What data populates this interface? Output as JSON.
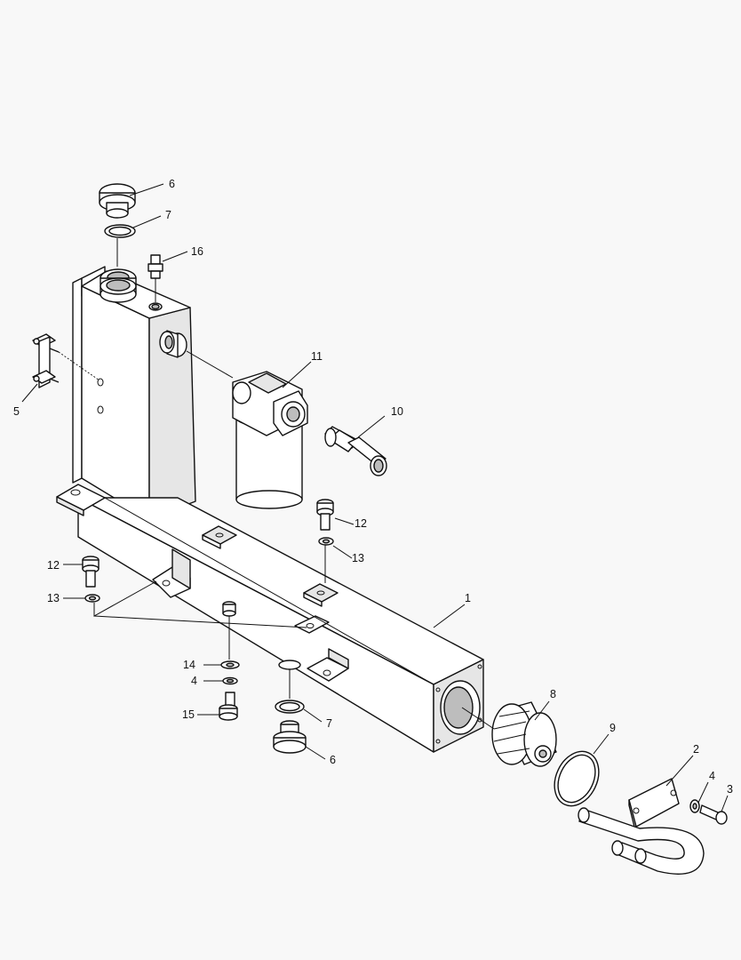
{
  "diagram": {
    "background": "#f8f8f8",
    "line_color": "#111111",
    "callouts": [
      {
        "id": "c-6-top",
        "text": "6"
      },
      {
        "id": "c-7-top",
        "text": "7"
      },
      {
        "id": "c-16",
        "text": "16"
      },
      {
        "id": "c-5",
        "text": "5"
      },
      {
        "id": "c-11",
        "text": "11"
      },
      {
        "id": "c-10",
        "text": "10"
      },
      {
        "id": "c-12-right",
        "text": "12"
      },
      {
        "id": "c-13-right",
        "text": "13"
      },
      {
        "id": "c-12-left",
        "text": "12"
      },
      {
        "id": "c-13-left",
        "text": "13"
      },
      {
        "id": "c-1",
        "text": "1"
      },
      {
        "id": "c-14",
        "text": "14"
      },
      {
        "id": "c-4-left",
        "text": "4"
      },
      {
        "id": "c-15",
        "text": "15"
      },
      {
        "id": "c-7-bottom",
        "text": "7"
      },
      {
        "id": "c-6-bottom",
        "text": "6"
      },
      {
        "id": "c-8",
        "text": "8"
      },
      {
        "id": "c-9",
        "text": "9"
      },
      {
        "id": "c-2",
        "text": "2"
      },
      {
        "id": "c-4-right",
        "text": "4"
      },
      {
        "id": "c-3",
        "text": "3"
      }
    ]
  }
}
